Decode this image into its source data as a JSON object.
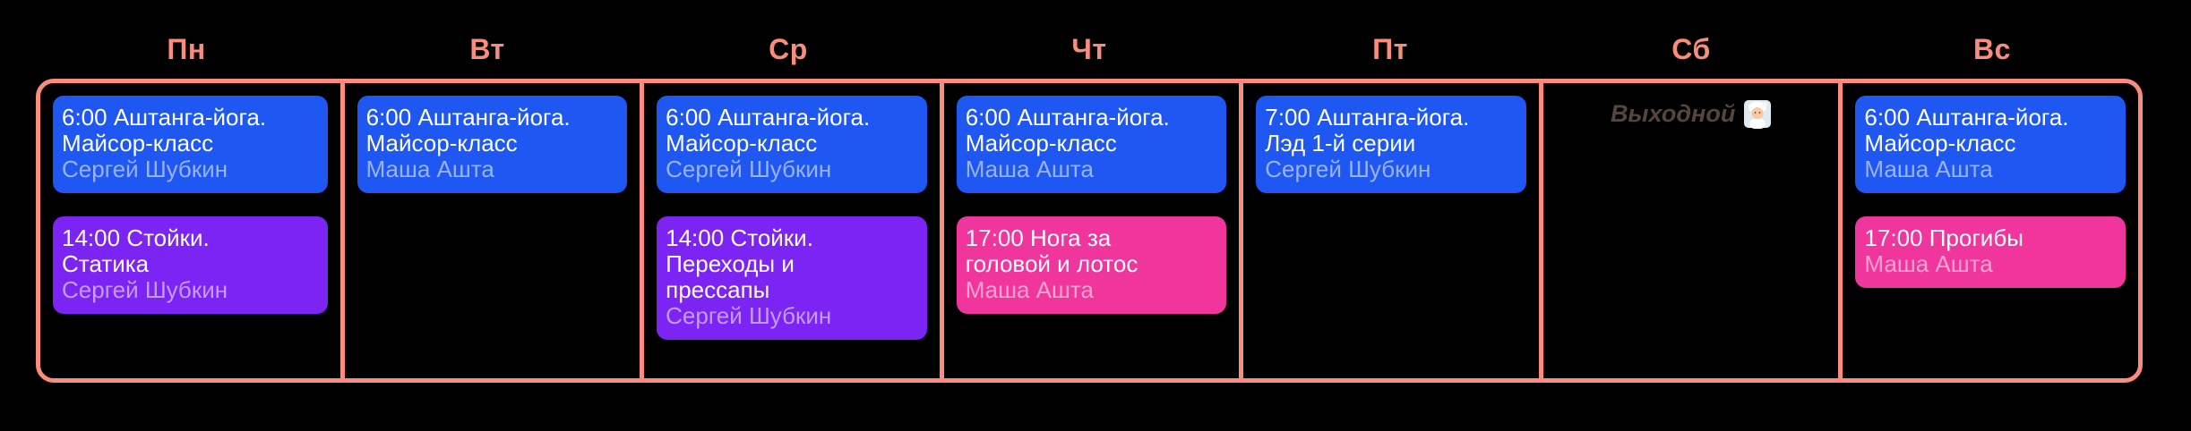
{
  "page": {
    "background": "#000000"
  },
  "calendar": {
    "accent_color": "#f98c7d",
    "event_colors": {
      "blue": "#1e57f1",
      "purple": "#7c24f3",
      "pink": "#f0359c"
    },
    "instructor_color": "rgba(255,255,255,0.55)",
    "weekend_note_color": "#57443f",
    "days": [
      {
        "label": "Пн",
        "events": [
          {
            "time": "6:00",
            "title": "Аштанга-йога. Майсор-класс",
            "instructor": "Сергей Шубкин",
            "color": "blue"
          },
          {
            "time": "14:00",
            "title": "Стойки. Статика",
            "instructor": "Сергей Шубкин",
            "color": "purple"
          }
        ]
      },
      {
        "label": "Вт",
        "events": [
          {
            "time": "6:00",
            "title": "Аштанга-йога. Майсор-класс",
            "instructor": "Маша Ашта",
            "color": "blue"
          }
        ]
      },
      {
        "label": "Ср",
        "events": [
          {
            "time": "6:00",
            "title": "Аштанга-йога. Майсор-класс",
            "instructor": "Сергей Шубкин",
            "color": "blue"
          },
          {
            "time": "14:00",
            "title": "Стойки. Переходы и прессапы",
            "instructor": "Сергей Шубкин",
            "color": "purple"
          }
        ]
      },
      {
        "label": "Чт",
        "events": [
          {
            "time": "6:00",
            "title": "Аштанга-йога. Майсор-класс",
            "instructor": "Маша Ашта",
            "color": "blue"
          },
          {
            "time": "17:00",
            "title": "Нога за головой и лотос",
            "instructor": "Маша Ашта",
            "color": "pink"
          }
        ]
      },
      {
        "label": "Пт",
        "events": [
          {
            "time": "7:00",
            "title": "Аштанга-йога. Лэд 1-й серии",
            "instructor": "Сергей Шубкин",
            "color": "blue"
          }
        ]
      },
      {
        "label": "Сб",
        "events": [],
        "note": "Выходной",
        "note_emoji": "🧖‍♀️"
      },
      {
        "label": "Вс",
        "events": [
          {
            "time": "6:00",
            "title": "Аштанга-йога. Майсор-класс",
            "instructor": "Маша Ашта",
            "color": "blue"
          },
          {
            "time": "17:00",
            "title": "Прогибы",
            "instructor": "Маша Ашта",
            "color": "pink"
          }
        ]
      }
    ]
  }
}
